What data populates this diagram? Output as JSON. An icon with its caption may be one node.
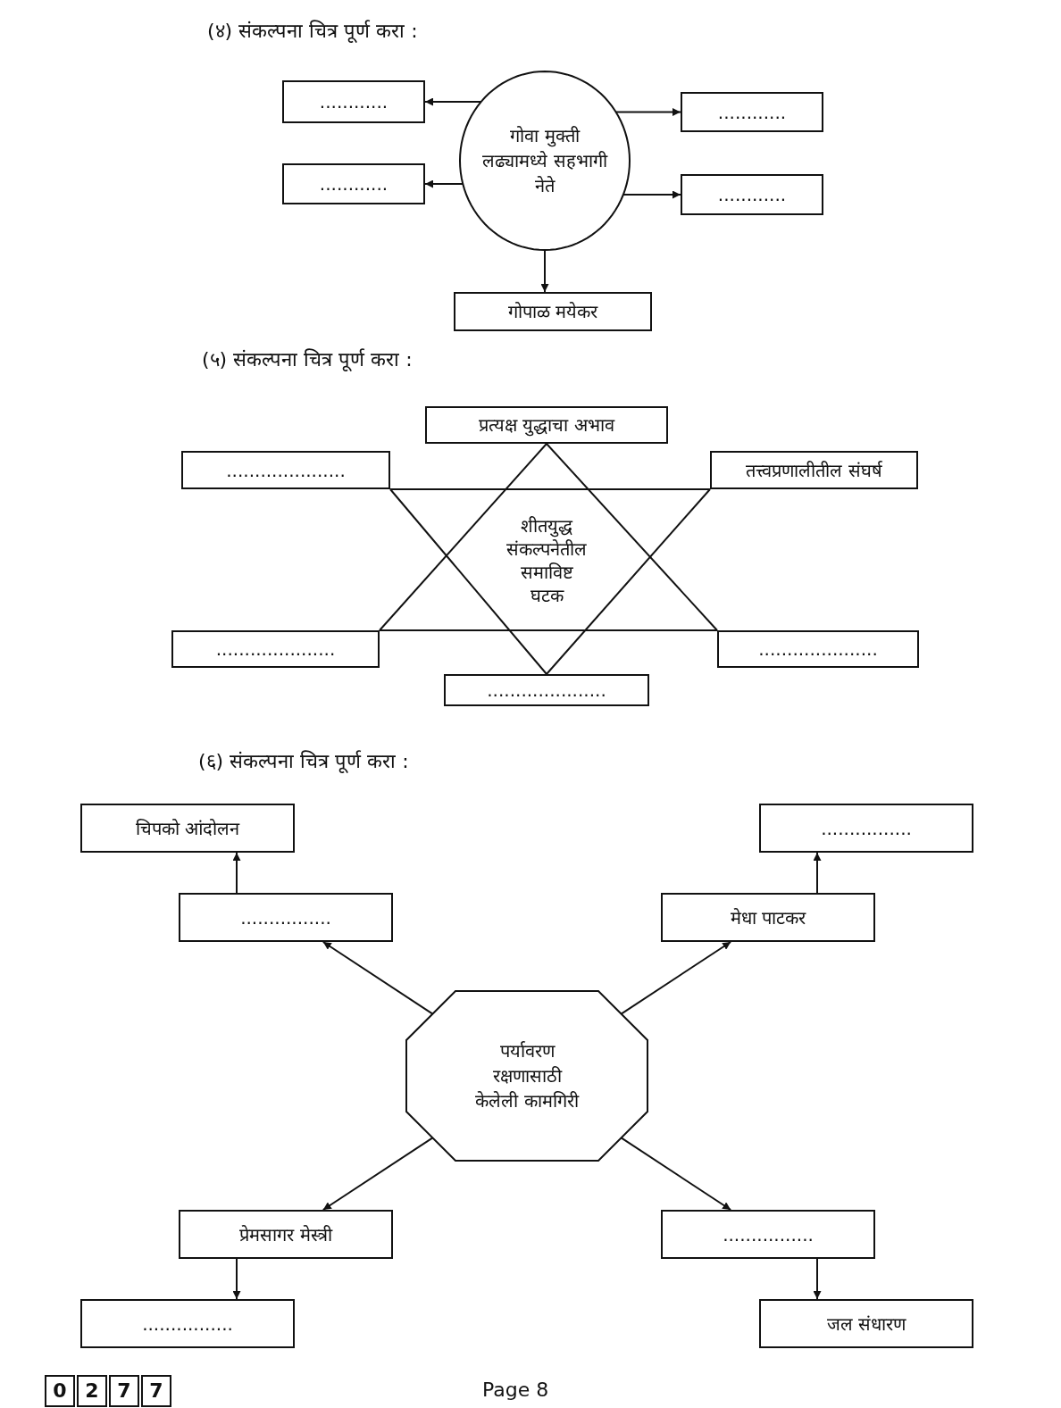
{
  "diagram": {
    "nodes": [
      {
        "text": [
          "............"
        ]
      },
      {
        "text": [
          "गोवा मुक्ती लढ्यामध्ये सहभागी नेते"
        ]
      },
      {
        "text": [
          "............"
        ]
      },
      {
        "text": [
          "............"
        ]
      },
      {
        "text": [
          "............"
        ]
      },
      {
        "text": [
          "गोपाळ मयेकर"
        ]
      },
      {
        "text": [
          "प्रत्यक्ष युद्धाचा अभाव"
        ]
      },
      {
        "text": [
          "....................."
        ]
      },
      {
        "text": [
          "तत्त्वप्रणालीतील संघर्ष"
        ]
      },
      {
        "text": [
          "शीतयुद्ध संकल्पनेतील समाविष्ट घटक"
        ]
      },
      {
        "text": [
          "....................."
        ]
      },
      {
        "text": [
          "....................."
        ]
      },
      {
        "text": [
          "....................."
        ]
      },
      {
        "text": [
          "चिपको आंदोलन"
        ]
      },
      {
        "text": [
          "................"
        ]
      },
      {
        "text": [
          "................"
        ]
      },
      {
        "text": [
          "मेधा पाटकर"
        ]
      },
      {
        "text": [
          "पर्यावरण रक्षणासाठी केलेली कामगिरी"
        ]
      },
      {
        "text": [
          "प्रेमसागर मेस्त्री"
        ]
      },
      {
        "text": [
          "................"
        ]
      },
      {
        "text": [
          "................"
        ]
      },
      {
        "text": [
          "जल संधारण"
        ]
      }
    ],
    "edges": [
      {
        "from": 1,
        "to": 0,
        "arrow": "to"
      },
      {
        "from": 1,
        "to": 2,
        "arrow": "to"
      },
      {
        "from": 1,
        "to": 3,
        "arrow": "to"
      },
      {
        "from": 1,
        "to": 4,
        "arrow": "to"
      },
      {
        "from": 1,
        "to": 5,
        "arrow": "to"
      },
      {
        "from": 6,
        "to": 10,
        "arrow": "none"
      },
      {
        "from": 6,
        "to": 11,
        "arrow": "none"
      },
      {
        "from": 10,
        "to": 11,
        "arrow": "none"
      },
      {
        "from": 7,
        "to": 8,
        "arrow": "none"
      },
      {
        "from": 7,
        "to": 12,
        "arrow": "none"
      },
      {
        "from": 8,
        "to": 12,
        "arrow": "none"
      },
      {
        "from": 17,
        "to": 14,
        "arrow": "to"
      },
      {
        "from": 14,
        "to": 13,
        "arrow": "to"
      },
      {
        "from": 17,
        "to": 16,
        "arrow": "to"
      },
      {
        "from": 16,
        "to": 15,
        "arrow": "to"
      },
      {
        "from": 17,
        "to": 18,
        "arrow": "to"
      },
      {
        "from": 18,
        "to": 19,
        "arrow": "to"
      },
      {
        "from": 17,
        "to": 20,
        "arrow": "to"
      },
      {
        "from": 20,
        "to": 21,
        "arrow": "to"
      }
    ],
    "labels": [
      "(४) संकल्पना चित्र पूर्ण करा :",
      "(५) संकल्पना चित्र पूर्ण करा :",
      "(६) संकल्पना चित्र पूर्ण करा :",
      "0",
      "2",
      "7",
      "7",
      "Page 8"
    ]
  }
}
